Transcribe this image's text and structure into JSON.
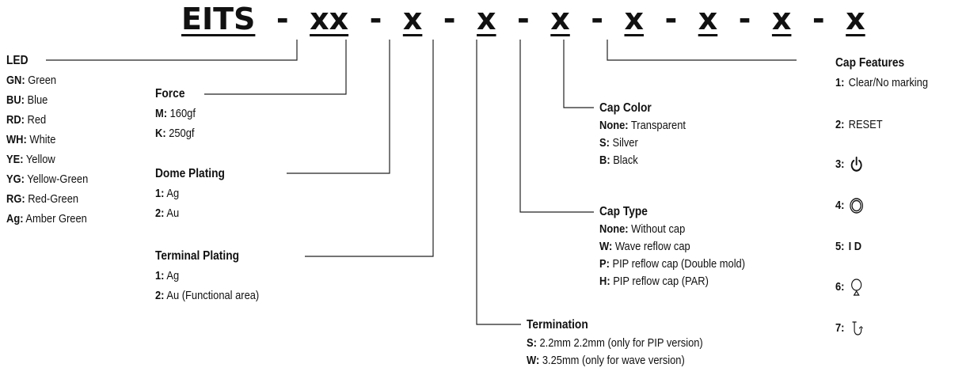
{
  "title": {
    "prefix": "EITS",
    "segments": [
      "xx",
      "x",
      "x",
      "x",
      "x",
      "x",
      "x",
      "x"
    ],
    "separator": "-"
  },
  "led": {
    "heading": "LED",
    "options": [
      {
        "key": "GN:",
        "value": "Green"
      },
      {
        "key": "BU:",
        "value": "Blue"
      },
      {
        "key": "RD:",
        "value": "Red"
      },
      {
        "key": "WH:",
        "value": "White"
      },
      {
        "key": "YE:",
        "value": "Yellow"
      },
      {
        "key": "YG:",
        "value": "Yellow-Green"
      },
      {
        "key": "RG:",
        "value": "Red-Green"
      },
      {
        "key": "Ag:",
        "value": "Amber Green"
      }
    ]
  },
  "force": {
    "heading": "Force",
    "options": [
      {
        "key": "M:",
        "value": "160gf"
      },
      {
        "key": "K:",
        "value": "250gf"
      }
    ]
  },
  "dome_plating": {
    "heading": "Dome Plating",
    "options": [
      {
        "key": "1:",
        "value": "Ag"
      },
      {
        "key": "2:",
        "value": "Au"
      }
    ]
  },
  "terminal_plating": {
    "heading": "Terminal Plating",
    "options": [
      {
        "key": "1:",
        "value": "Ag"
      },
      {
        "key": "2:",
        "value": "Au (Functional area)"
      }
    ]
  },
  "termination": {
    "heading": "Termination",
    "options": [
      {
        "key": "S:",
        "value": "2.2mm 2.2mm (only for PIP version)"
      },
      {
        "key": "W:",
        "value": "3.25mm (only for wave version)"
      }
    ]
  },
  "cap_type": {
    "heading": "Cap Type",
    "options": [
      {
        "key": "None:",
        "value": "Without cap"
      },
      {
        "key": "W:",
        "value": "Wave reflow cap"
      },
      {
        "key": "P:",
        "value": "PIP reflow cap (Double mold)"
      },
      {
        "key": "H:",
        "value": "PIP reflow cap (PAR)"
      }
    ]
  },
  "cap_color": {
    "heading": "Cap Color",
    "options": [
      {
        "key": "None:",
        "value": "Transparent"
      },
      {
        "key": "S:",
        "value": "Silver"
      },
      {
        "key": "B:",
        "value": "Black"
      }
    ]
  },
  "cap_features": {
    "heading": "Cap Features",
    "options": [
      {
        "key": "1:",
        "value": "Clear/No marking"
      },
      {
        "key": "2:",
        "value": "RESET"
      },
      {
        "key": "3:",
        "icon": "power-symbol-icon"
      },
      {
        "key": "4:",
        "icon": "double-circle-icon"
      },
      {
        "key": "5:",
        "value": "I D"
      },
      {
        "key": "6:",
        "icon": "circle-with-triangle-icon"
      },
      {
        "key": "7:",
        "icon": "hook-symbol-icon"
      }
    ]
  },
  "colors": {
    "text": "#111111",
    "line": "#222222"
  }
}
